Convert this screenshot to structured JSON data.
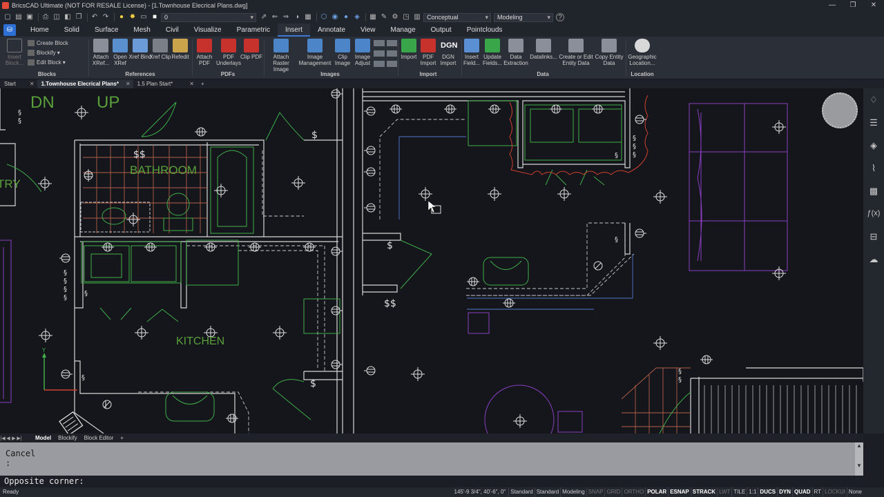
{
  "window": {
    "title": "BricsCAD Ultimate (NOT FOR RESALE License) - [1.Townhouse Elecrical Plans.dwg]",
    "controls": [
      "—",
      "❐",
      "✕"
    ]
  },
  "quick_access": {
    "layer_value": "0",
    "visual_style": "Conceptual",
    "workspace": "Modeling",
    "help": "?"
  },
  "ribbon_tabs": [
    "Home",
    "Solid",
    "Surface",
    "Mesh",
    "Civil",
    "Visualize",
    "Parametric",
    "Insert",
    "Annotate",
    "View",
    "Manage",
    "Output",
    "Pointclouds"
  ],
  "ribbon_active_tab": "Insert",
  "ribbon": {
    "blocks": {
      "insert_block": "Insert Block...",
      "create_block": "Create Block",
      "blockify": "Blockify",
      "edit_block": "Edit Block",
      "group": "Blocks"
    },
    "references": {
      "attach_xref": "Attach XRef...",
      "open_xref": "Open XRef",
      "xref_bind": "Xref Bind",
      "xref_clip": "Xref Clip",
      "refedit": "Refedit",
      "group": "References"
    },
    "pdfs": {
      "attach_pdf": "Attach PDF",
      "pdf_underlays": "PDF Underlays",
      "clip_pdf": "Clip PDF",
      "group": "PDFs"
    },
    "images": {
      "attach_raster": "Attach Raster Image",
      "image_management": "Image Management",
      "clip_image": "Clip Image",
      "image_adjust": "Image Adjust",
      "group": "Images"
    },
    "import": {
      "import": "Import",
      "pdf_import": "PDF Import",
      "dgn_label": "DGN",
      "dgn_import": "DGN Import",
      "group": "Import"
    },
    "data": {
      "insert_field": "Insert Field...",
      "update_fields": "Update Fields...",
      "data_extraction": "Data Extraction",
      "datalinks": "Datalinks...",
      "create_edit_entity": "Create or Edit Entity Data",
      "copy_entity": "Copy Entity Data",
      "group": "Data"
    },
    "location": {
      "geo_location": "Geographic Location...",
      "group": "Location"
    }
  },
  "doc_tabs": [
    {
      "label": "Start",
      "active": false
    },
    {
      "label": "1.Townhouse Elecrical Plans*",
      "active": true
    },
    {
      "label": "1.5 Plan Start*",
      "active": false
    }
  ],
  "drawing_text": {
    "dn": "DN",
    "up": "UP",
    "bathroom": "BATHROOM",
    "kitchen": "KITCHEN",
    "pantry": "TRY",
    "dollar2": "$$",
    "dollar": "$"
  },
  "layout_tabs": [
    "Model",
    "Blockify",
    "Block Editor"
  ],
  "command": {
    "history": [
      "Cancel",
      ":"
    ],
    "prompt": "Opposite corner:"
  },
  "status": {
    "ready": "Ready",
    "coords": "145'-9 3/4\", 40'-6\", 0\"",
    "items": [
      {
        "label": "Standard",
        "state": "normal"
      },
      {
        "label": "Standard",
        "state": "normal"
      },
      {
        "label": "Modeling",
        "state": "normal"
      },
      {
        "label": "SNAP",
        "state": "off"
      },
      {
        "label": "GRID",
        "state": "off"
      },
      {
        "label": "ORTHO",
        "state": "off"
      },
      {
        "label": "POLAR",
        "state": "on"
      },
      {
        "label": "ESNAP",
        "state": "on"
      },
      {
        "label": "STRACK",
        "state": "on"
      },
      {
        "label": "LWT",
        "state": "off"
      },
      {
        "label": "TILE",
        "state": "normal"
      },
      {
        "label": "1:1",
        "state": "normal"
      },
      {
        "label": "DUCS",
        "state": "on"
      },
      {
        "label": "DYN",
        "state": "on"
      },
      {
        "label": "QUAD",
        "state": "on"
      },
      {
        "label": "RT",
        "state": "normal"
      },
      {
        "label": "LOCKUI",
        "state": "off"
      },
      {
        "label": "None",
        "state": "normal"
      }
    ]
  },
  "colors": {
    "accent": "#3a78d8",
    "canvas": "#14161b",
    "wall": "#d8d8d8",
    "fixture_green": "#3fae4a",
    "tile_orange": "#b5604a",
    "furniture_purple": "#8a3fc2",
    "revision_red": "#d0402e",
    "text_green": "#5aa03a"
  }
}
